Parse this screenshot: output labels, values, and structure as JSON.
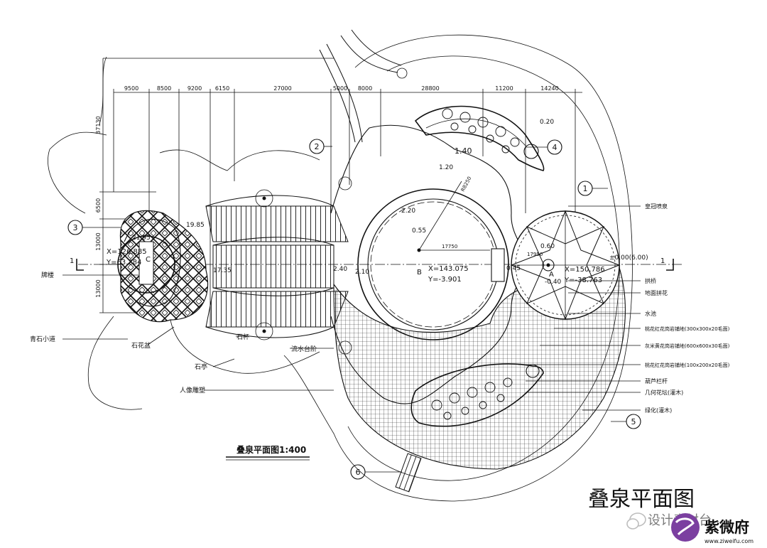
{
  "title": "叠泉平面图",
  "subtitle": "叠泉平面图1:400",
  "watermark": {
    "wechat_text": "设计素材台",
    "brand_name": "紫微府",
    "brand_url": "www.ziweifu.com"
  },
  "top_dimensions": [
    "9500",
    "8500",
    "9200",
    "6150",
    "27000",
    "5000",
    "8000",
    "28800",
    "11200",
    "14240"
  ],
  "left_dimensions": [
    "37130",
    "6500",
    "13000",
    "13000"
  ],
  "section_mark": "1",
  "callouts": [
    "1",
    "2",
    "3",
    "4",
    "5",
    "6"
  ],
  "levels": [
    "0.20",
    "1.40",
    "1.20",
    "2.20",
    "0.55",
    "0.60",
    "0.45",
    "-0.40",
    "±0.00(6.00)",
    "21.95",
    "19.85",
    "17.35",
    "2.40",
    "2.10"
  ],
  "coordinates": {
    "c": {
      "label": "C",
      "x": "X=126.885",
      "y": "Y=63.284"
    },
    "b": {
      "label": "B",
      "x": "X=143.075",
      "y": "Y=-3.901"
    },
    "a": {
      "label": "A",
      "x": "X=150.786",
      "y": "Y=-38.763"
    }
  },
  "radius_marks": [
    "R8250",
    "17750",
    "17950"
  ],
  "left_labels": [
    "牌楼",
    "青石小道",
    "石花盆",
    "石亭",
    "人像雕塑",
    "石杯",
    "流水台阶"
  ],
  "right_labels": [
    "皇冠喷泉",
    "拱桥",
    "地面拼花",
    "水池",
    "桃花红花岗岩铺地(300x300x20毛面)",
    "灰米黄花岗岩铺地(600x600x30毛面)",
    "桃花红花岗岩铺地(100x200x20毛面)",
    "葫芦栏杆",
    "几何花坛(灌木)",
    "绿化(灌木)"
  ]
}
